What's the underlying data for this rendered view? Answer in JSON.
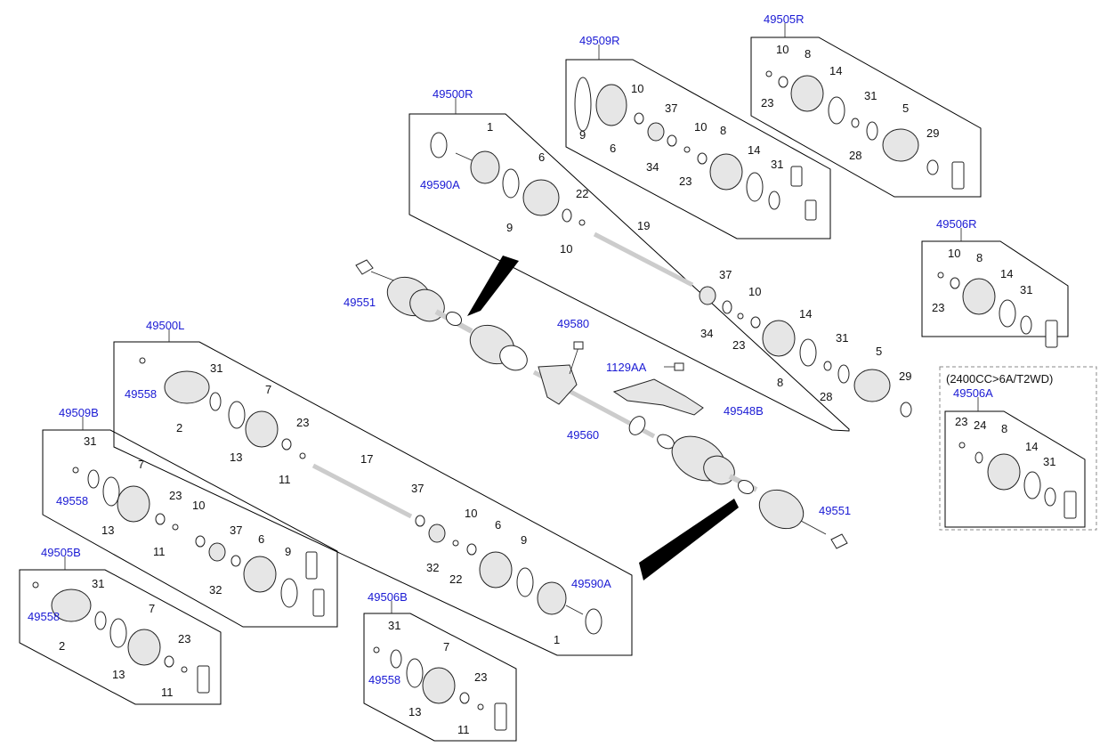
{
  "diagram": {
    "ref_labels": {
      "r49500R": "49500R",
      "r49509R": "49509R",
      "r49505R": "49505R",
      "r49506R": "49506R",
      "r49506A": "49506A",
      "r49500L": "49500L",
      "r49509B": "49509B",
      "r49505B": "49505B",
      "r49506B": "49506B",
      "r49590A_top": "49590A",
      "r49590A_bot": "49590A",
      "r49551_left": "49551",
      "r49551_right": "49551",
      "r49580": "49580",
      "r1129AA": "1129AA",
      "r49548B": "49548B",
      "r49560": "49560",
      "r49558_l": "49558",
      "r49558_b": "49558",
      "r49558_c": "49558",
      "r49558_d": "49558"
    },
    "note_2400": "(2400CC>6A/T2WD)",
    "part_numbers": {
      "n1": "1",
      "n2": "2",
      "n5": "5",
      "n6": "6",
      "n7": "7",
      "n8": "8",
      "n9": "9",
      "n10": "10",
      "n11": "11",
      "n13": "13",
      "n14": "14",
      "n17": "17",
      "n19": "19",
      "n22": "22",
      "n23": "23",
      "n24": "24",
      "n28": "28",
      "n29": "29",
      "n31": "31",
      "n32": "32",
      "n34": "34",
      "n37": "37"
    }
  }
}
